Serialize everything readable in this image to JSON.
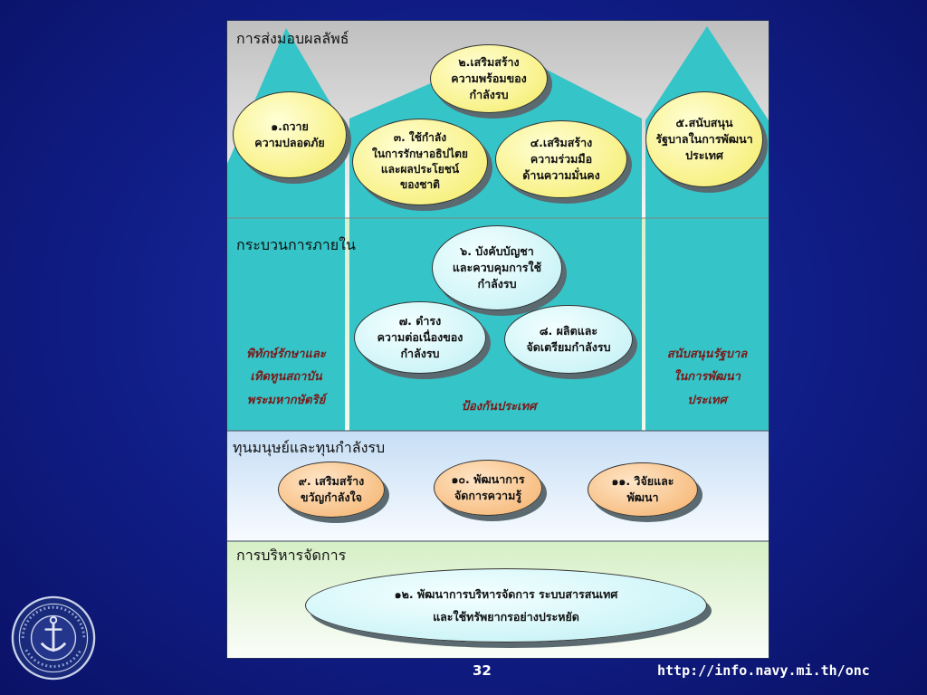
{
  "sections": {
    "outcomes": "การส่งมอบผลลัพธ์",
    "internal_process": "กระบวนการภายใน",
    "human_capital": "ทุนมนุษย์และทุนกำลังรบ",
    "management": "การบริหารจัดการ"
  },
  "objectives": {
    "o1": "๑.ถวาย\nความปลอดภัย",
    "o2": "๒.เสริมสร้าง\nความพร้อมของ\nกำลังรบ",
    "o3": "๓. ใช้กำลัง\nในการรักษาอธิปไตย\nและผลประโยชน์\nของชาติ",
    "o4": "๔.เสริมสร้าง\nความร่วมมือ\nด้านความมั่นคง",
    "o5": "๕.สนับสนุน\nรัฐบาลในการพัฒนา\nประเทศ",
    "o6": "๖. บังคับบัญชา\nและควบคุมการใช้\nกำลังรบ",
    "o7": "๗. ดำรง\nความต่อเนื่องของ\nกำลังรบ",
    "o8": "๘. ผลิตและ\nจัดเตรียมกำลังรบ",
    "o9": "๙. เสริมสร้าง\nขวัญกำลังใจ",
    "o10": "๑๐. พัฒนาการ\nจัดการความรู้",
    "o11": "๑๑. วิจัยและ\nพัฒนา",
    "o12": "๑๒. พัฒนาการบริหารจัดการ ระบบสารสนเทศ\nและใช้ทรัพยากรอย่างประหยัด"
  },
  "pillars": {
    "left": "พิทักษ์รักษาและ\nเทิดทูนสถาบัน\nพระมหากษัตริย์",
    "center": "ป้องกันประเทศ",
    "right": "สนับสนุนรัฐบาล\nในการพัฒนา\nประเทศ"
  },
  "footer": {
    "page_number": "32",
    "url": "http://info.navy.mi.th/onc"
  },
  "colors": {
    "slide_background": "#101d86",
    "pillar": "#35c4c7",
    "outcome_band": "#cfcfcf",
    "process_band": "#e9f7df",
    "human_band": "#d4e8f7",
    "management_band": "#e4f6d9",
    "yellow_oval": "#f7ef7a",
    "cyan_oval": "#c9f3f7",
    "orange_oval": "#f6b877",
    "pillar_text": "#7a1a1a"
  },
  "icons": {
    "logo": "navy-emblem-icon"
  }
}
